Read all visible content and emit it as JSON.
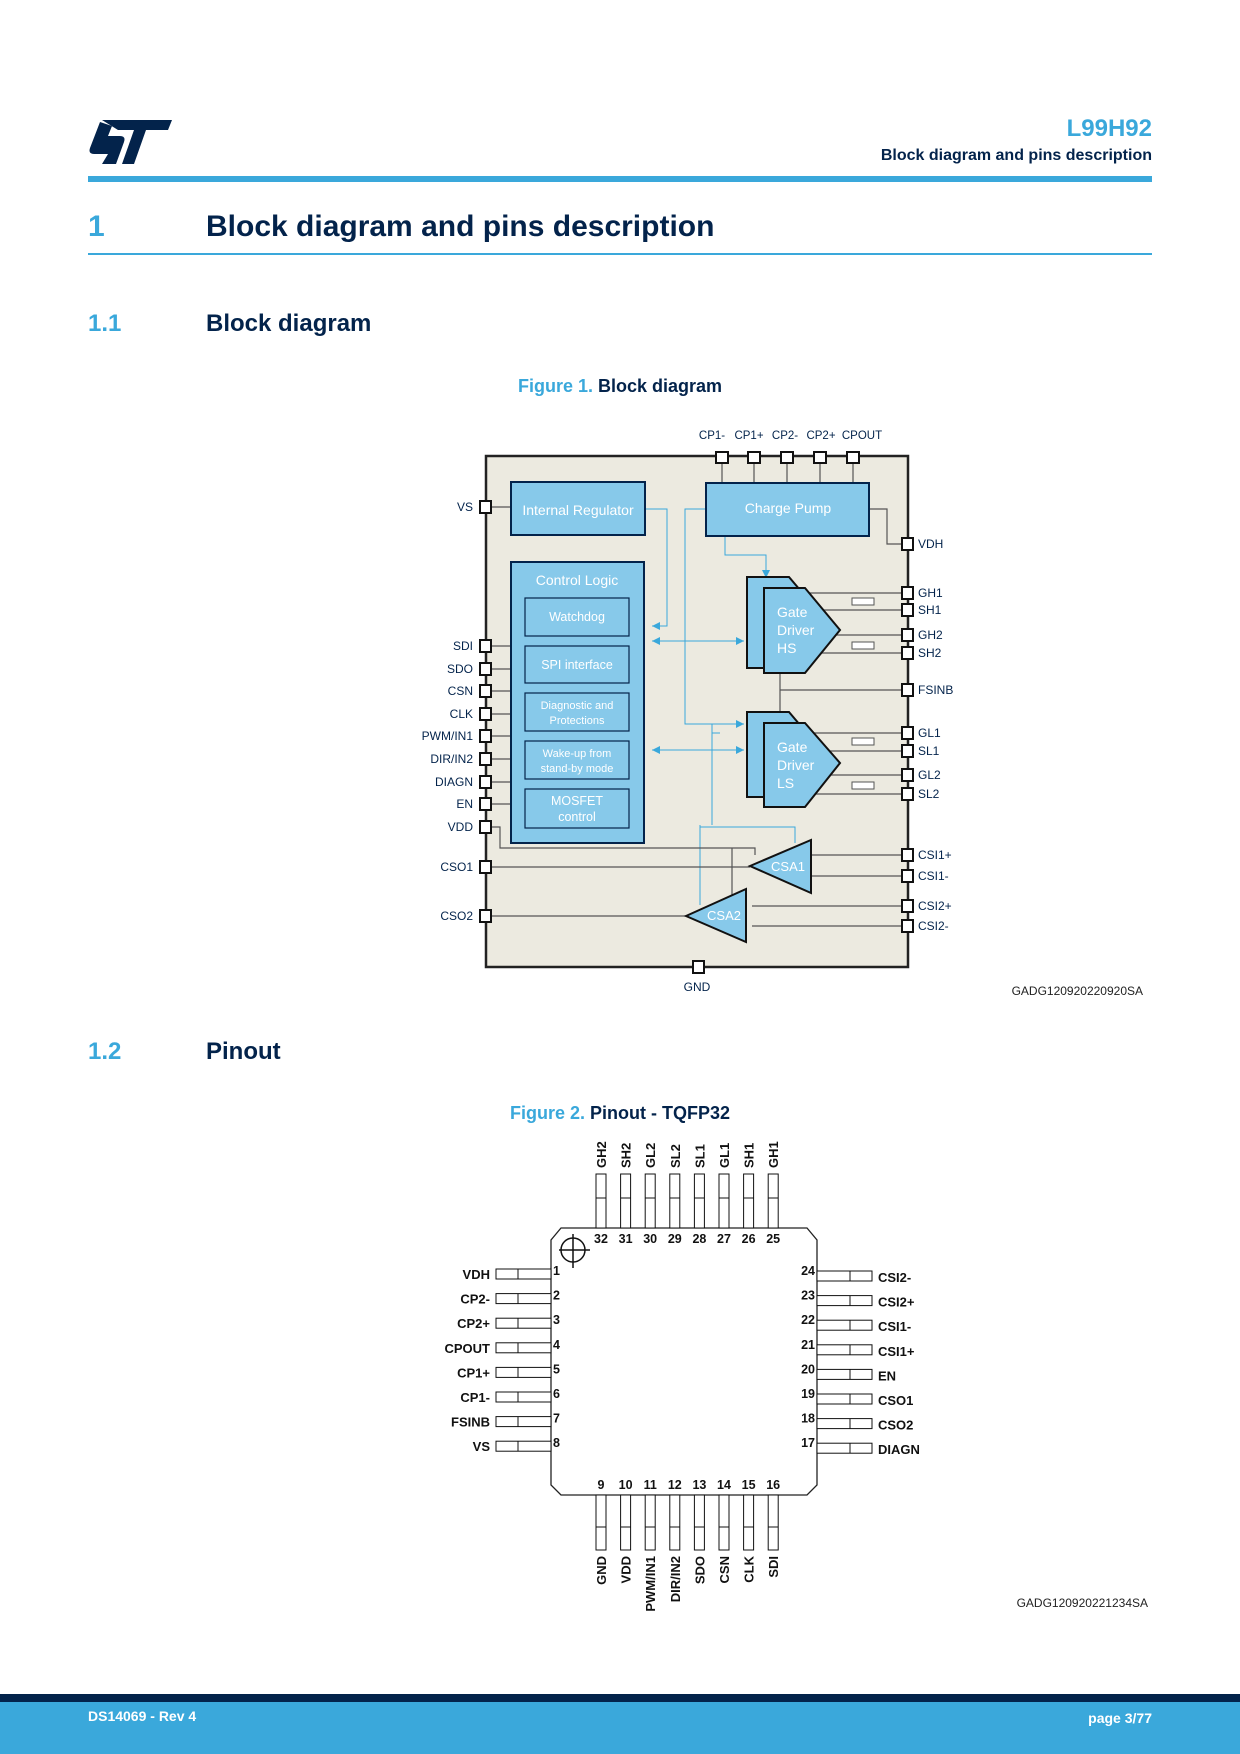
{
  "header": {
    "logo_text": "ST",
    "doc_title": "L99H92",
    "section_title": "Block diagram and pins description"
  },
  "section1": {
    "number": "1",
    "title": "Block diagram and pins description"
  },
  "section1_1": {
    "number": "1.1",
    "title": "Block diagram"
  },
  "figure1": {
    "number": "Figure 1.",
    "title": "Block diagram",
    "code": "GADG120920220920SA",
    "colors": {
      "block_fill": "#87c9ea",
      "block_border": "#03234b",
      "chip_fill": "#eceae0",
      "signal": "#3aa8db"
    },
    "blocks": {
      "internal_regulator": "Internal Regulator",
      "charge_pump": "Charge Pump",
      "control_logic": "Control Logic",
      "watchdog": "Watchdog",
      "spi": "SPI interface",
      "diag1": "Diagnostic and",
      "diag2": "Protections",
      "wake1": "Wake-up from",
      "wake2": "stand-by mode",
      "mosfet1": "MOSFET",
      "mosfet2": "control",
      "gdhs1": "Gate",
      "gdhs2": "Driver",
      "gdhs3": "HS",
      "gdls1": "Gate",
      "gdls2": "Driver",
      "gdls3": "LS",
      "csa1": "CSA1",
      "csa2": "CSA2"
    },
    "top_pins": [
      "CP1-",
      "CP1+",
      "CP2-",
      "CP2+",
      "CPOUT"
    ],
    "left_pins": [
      "VS",
      "SDI",
      "SDO",
      "CSN",
      "CLK",
      "PWM/IN1",
      "DIR/IN2",
      "DIAGN",
      "EN",
      "VDD",
      "CSO1",
      "CSO2"
    ],
    "right_pins": [
      "VDH",
      "GH1",
      "SH1",
      "GH2",
      "SH2",
      "FSINB",
      "GL1",
      "SL1",
      "GL2",
      "SL2",
      "CSI1+",
      "CSI1-",
      "CSI2+",
      "CSI2-"
    ],
    "bottom_pins": [
      "GND"
    ]
  },
  "section1_2": {
    "number": "1.2",
    "title": "Pinout"
  },
  "figure2": {
    "number": "Figure 2.",
    "title": "Pinout - TQFP32",
    "code": "GADG120920221234SA",
    "left": [
      {
        "num": "1",
        "name": "VDH"
      },
      {
        "num": "2",
        "name": "CP2-"
      },
      {
        "num": "3",
        "name": "CP2+"
      },
      {
        "num": "4",
        "name": "CPOUT"
      },
      {
        "num": "5",
        "name": "CP1+"
      },
      {
        "num": "6",
        "name": "CP1-"
      },
      {
        "num": "7",
        "name": "FSINB"
      },
      {
        "num": "8",
        "name": "VS"
      }
    ],
    "bottom": [
      {
        "num": "9",
        "name": "GND"
      },
      {
        "num": "10",
        "name": "VDD"
      },
      {
        "num": "11",
        "name": "PWM/IN1"
      },
      {
        "num": "12",
        "name": "DIR/IN2"
      },
      {
        "num": "13",
        "name": "SDO"
      },
      {
        "num": "14",
        "name": "CSN"
      },
      {
        "num": "15",
        "name": "CLK"
      },
      {
        "num": "16",
        "name": "SDI"
      }
    ],
    "right": [
      {
        "num": "24",
        "name": "CSI2-"
      },
      {
        "num": "23",
        "name": "CSI2+"
      },
      {
        "num": "22",
        "name": "CSI1-"
      },
      {
        "num": "21",
        "name": "CSI1+"
      },
      {
        "num": "20",
        "name": "EN"
      },
      {
        "num": "19",
        "name": "CSO1"
      },
      {
        "num": "18",
        "name": "CSO2"
      },
      {
        "num": "17",
        "name": "DIAGN"
      }
    ],
    "top": [
      {
        "num": "32",
        "name": "GH2"
      },
      {
        "num": "31",
        "name": "SH2"
      },
      {
        "num": "30",
        "name": "GL2"
      },
      {
        "num": "29",
        "name": "SL2"
      },
      {
        "num": "28",
        "name": "SL1"
      },
      {
        "num": "27",
        "name": "GL1"
      },
      {
        "num": "26",
        "name": "SH1"
      },
      {
        "num": "25",
        "name": "GH1"
      }
    ]
  },
  "footer": {
    "doc_rev": "DS14069 - Rev 4",
    "page": "page 3/77"
  }
}
